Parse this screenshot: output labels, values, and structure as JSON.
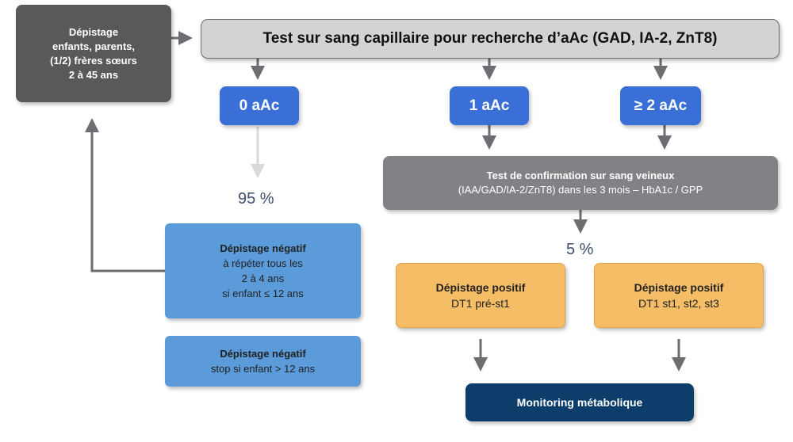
{
  "screening": {
    "lines": [
      "Dépistage",
      "enfants, parents,",
      "(1/2) frères sœurs",
      "2 à 45 ans"
    ]
  },
  "capillary_test": {
    "label": "Test sur sang capillaire pour recherche d’aAc (GAD, IA-2, ZnT8)"
  },
  "results": {
    "zero": "0 aAc",
    "one": "1 aAc",
    "two_plus": "≥ 2 aAc"
  },
  "percent_95": "95 %",
  "percent_5": "5 %",
  "confirmation": {
    "title": "Test de confirmation sur sang veineux",
    "detail": "(IAA/GAD/IA-2/ZnT8) dans les 3 mois – HbA1c / GPP"
  },
  "negative_repeat": {
    "title": "Dépistage négatif",
    "lines": [
      "à répéter tous les",
      "2 à 4 ans",
      "si enfant ≤ 12 ans"
    ]
  },
  "negative_stop": {
    "title": "Dépistage négatif",
    "detail": "stop si enfant > 12 ans"
  },
  "positive_pre": {
    "title": "Dépistage positif",
    "detail": "DT1 pré-st1"
  },
  "positive_stages": {
    "title": "Dépistage positif",
    "detail": "DT1 st1, st2, st3"
  },
  "monitoring": {
    "label": "Monitoring métabolique"
  },
  "colors": {
    "dark_gray": "#58595b",
    "light_gray": "#d1d3d4",
    "mid_gray": "#808285",
    "blue": "#3a6fd8",
    "light_blue": "#5b9bd9",
    "orange": "#f6bd67",
    "navy": "#0d3d6b",
    "arrow": "#6d6e71",
    "arrow_faded": "#d9d9d9"
  }
}
